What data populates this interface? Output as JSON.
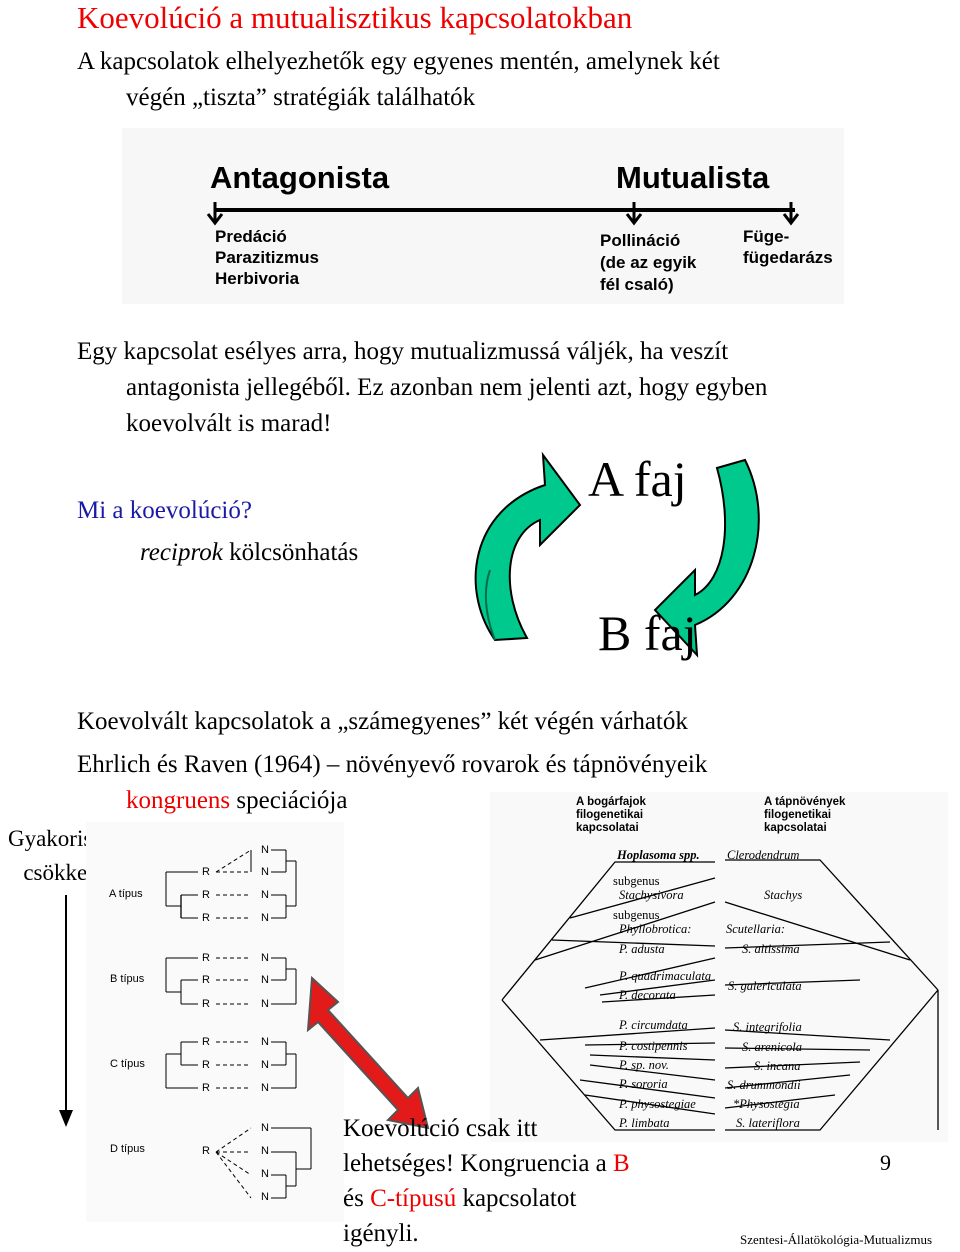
{
  "title": "Koevolúció a mutualisztikus kapcsolatokban",
  "intro": {
    "line1": "A kapcsolatok elhelyezhetők egy egyenes mentén, amelynek két",
    "line2": "végén „tiszta” stratégiák találhatók"
  },
  "spectrum": {
    "left_heading": "Antagonista",
    "right_heading": "Mutualista",
    "left_items": [
      "Predáció",
      "Parazitizmus",
      "Herbivoria"
    ],
    "middle_items": [
      "Pollináció",
      "(de az egyik",
      "fél csaló)"
    ],
    "right_items": [
      "Füge-",
      "fügedarázs"
    ]
  },
  "para1": {
    "line1": "Egy kapcsolat esélyes arra, hogy mutualizmussá váljék, ha veszít",
    "line2": "antagonista jellegéből. Ez azonban nem jelenti azt, hogy egyben",
    "line3": "koevolvált is marad!"
  },
  "question": "Mi a koevolúció?",
  "answer": {
    "emph": "reciprok",
    "rest": " kölcsönhatás"
  },
  "species_a": "A faj",
  "species_b": "B faj",
  "para2": "Koevolvált kapcsolatok a „számegyenes” két végén várhatók",
  "para3": {
    "line1": "Ehrlich és Raven (1964) – növényevő rovarok és tápnövényeik",
    "kongruens": "kongruens",
    "rest": " speciációja"
  },
  "freq": {
    "line1": "Gyakoriság",
    "line2": "csökken"
  },
  "types": [
    {
      "label": "A típus"
    },
    {
      "label": "B típus"
    },
    {
      "label": "C típus"
    },
    {
      "label": "D típus"
    }
  ],
  "node_labels": {
    "r": "R",
    "n": "N"
  },
  "phylo": {
    "left_title": [
      "A bogárfajok",
      "filogenetikai",
      "kapcsolatai"
    ],
    "right_title": [
      "A tápnövények",
      "filogenetikai",
      "kapcsolatai"
    ],
    "beetles": [
      "Hoplasoma spp.",
      "subgenus",
      "Stachysivora",
      "subgenus",
      "Phyllobrotica:",
      "P. adusta",
      "P. quadrimaculata",
      "P. decorata",
      "P. circumdata",
      "P. costipennis",
      "P. sp. nov.",
      "P. sororia",
      "P. physostegiae",
      "P. limbata"
    ],
    "plants": [
      "Clerodendrum",
      "Stachys",
      "Scutellaria:",
      "S. altissima",
      "S. galericulata",
      "S. integrifolia",
      "S. arenicola",
      "S. incana",
      "S. drummondii",
      "*Physostegia",
      "S. lateriflora"
    ]
  },
  "note": {
    "l1": "Koevolúció csak itt",
    "l2a": "lehetséges! Kongruencia a ",
    "l2b": "B",
    "l3a": "és ",
    "l3b": "C-típusú",
    "l3c": " kapcsolatot",
    "l4": "igényli."
  },
  "page_number": "9",
  "footer": "Szentesi-Állatökológia-Mutualizmus"
}
